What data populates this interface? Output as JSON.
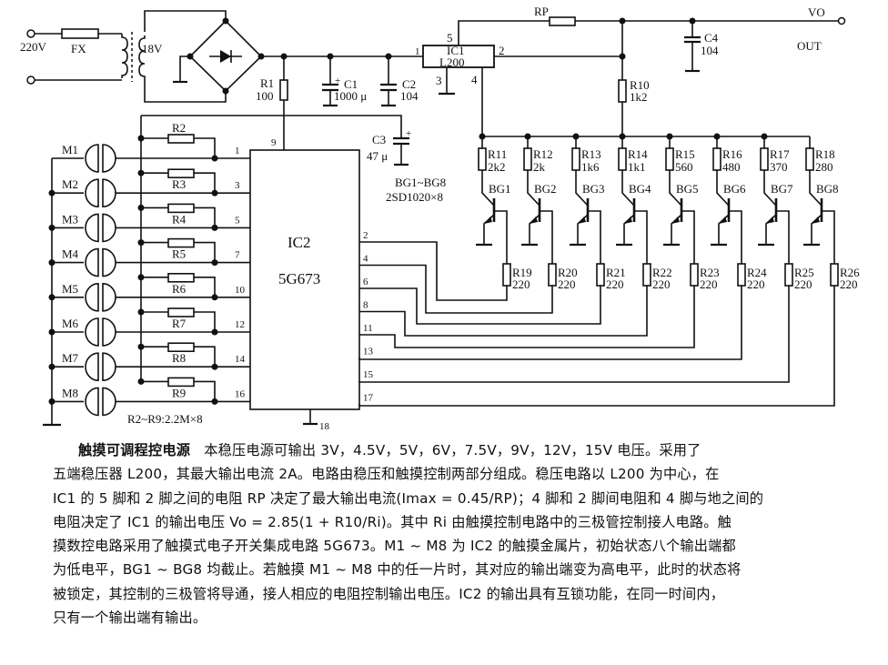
{
  "input": {
    "voltage": "220V",
    "fuse": "FX",
    "transformer_secondary": "18V"
  },
  "output": {
    "label": "VO",
    "sublabel": "OUT"
  },
  "ic1": {
    "name": "IC1",
    "part": "L200",
    "pins": {
      "in": "1",
      "out": "2",
      "gnd": "3",
      "ref": "4",
      "sense": "5"
    }
  },
  "ic2": {
    "name": "IC2",
    "part": "5G673",
    "vcc_pin": "9",
    "gnd_pin": "18",
    "input_pins": [
      "1",
      "3",
      "5",
      "7",
      "10",
      "12",
      "14",
      "16"
    ],
    "output_pins": [
      "2",
      "4",
      "6",
      "8",
      "11",
      "13",
      "15",
      "17"
    ]
  },
  "components": {
    "R1": {
      "name": "R1",
      "value": "100"
    },
    "C1": {
      "name": "C1",
      "value": "1000 μ"
    },
    "C2": {
      "name": "C2",
      "value": "104"
    },
    "C3": {
      "name": "C3",
      "value": "47 μ"
    },
    "C4": {
      "name": "C4",
      "value": "104"
    },
    "RP": {
      "name": "RP"
    },
    "R10": {
      "name": "R10",
      "value": "1k2"
    }
  },
  "touch_pads": [
    "M1",
    "M2",
    "M3",
    "M4",
    "M5",
    "M6",
    "M7",
    "M8"
  ],
  "pullup_resistors": [
    "R2",
    "R3",
    "R4",
    "R5",
    "R6",
    "R7",
    "R8",
    "R9"
  ],
  "pullup_note": "R2~R9:2.2M×8",
  "transistor_note": {
    "line1": "BG1~BG8",
    "line2": "2SD1020×8"
  },
  "branches": [
    {
      "r_top": "R11",
      "r_top_val": "2k2",
      "bg": "BG1",
      "r_base": "R19",
      "r_base_val": "220"
    },
    {
      "r_top": "R12",
      "r_top_val": "2k",
      "bg": "BG2",
      "r_base": "R20",
      "r_base_val": "220"
    },
    {
      "r_top": "R13",
      "r_top_val": "1k6",
      "bg": "BG3",
      "r_base": "R21",
      "r_base_val": "220"
    },
    {
      "r_top": "R14",
      "r_top_val": "1k1",
      "bg": "BG4",
      "r_base": "R22",
      "r_base_val": "220"
    },
    {
      "r_top": "R15",
      "r_top_val": "560",
      "bg": "BG5",
      "r_base": "R23",
      "r_base_val": "220"
    },
    {
      "r_top": "R16",
      "r_top_val": "480",
      "bg": "BG6",
      "r_base": "R24",
      "r_base_val": "220"
    },
    {
      "r_top": "R17",
      "r_top_val": "370",
      "bg": "BG7",
      "r_base": "R25",
      "r_base_val": "220"
    },
    {
      "r_top": "R18",
      "r_top_val": "280",
      "bg": "BG8",
      "r_base": "R26",
      "r_base_val": "220"
    }
  ],
  "caption": {
    "title": "触摸可调程控电源",
    "lines": [
      "本稳压电源可输出 3V，4.5V，5V，6V，7.5V，9V，12V，15V 电压。采用了",
      "五端稳压器 L200，其最大输出电流 2A。电路由稳压和触摸控制两部分组成。稳压电路以 L200 为中心，在",
      "IC1 的 5 脚和 2 脚之间的电阻 RP 决定了最大输出电流(Imax = 0.45/RP)；4 脚和 2 脚间电阻和 4 脚与地之间的",
      "电阻决定了 IC1 的输出电压 Vo = 2.85(1 + R10/Ri)。其中 Ri 由触摸控制电路中的三极管控制接人电路。触",
      "摸数控电路采用了触摸式电子开关集成电路 5G673。M1 ~ M8 为 IC2 的触摸金属片，初始状态八个输出端都",
      "为低电平，BG1 ~ BG8 均截止。若触摸 M1 ~ M8 中的任一片时，其对应的输出端变为高电平，此时的状态将",
      "被锁定，其控制的三极管将导通，接人相应的电阻控制输出电压。IC2 的输出具有互锁功能，在同一时间内，",
      "只有一个输出端有输出。"
    ]
  }
}
